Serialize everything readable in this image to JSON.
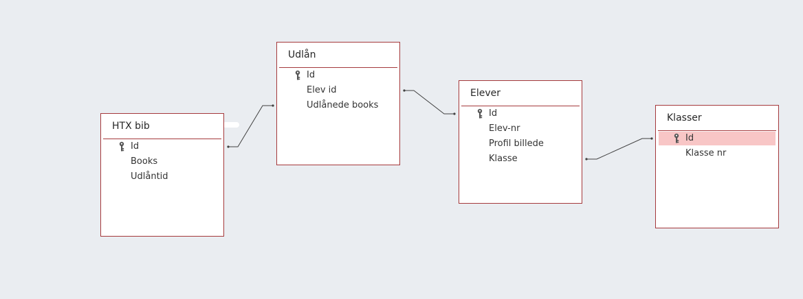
{
  "tables": {
    "htx_bib": {
      "title": "HTX bib",
      "fields": [
        "Id",
        "Books",
        "Udlåntid"
      ]
    },
    "udlan": {
      "title": "Udlån",
      "fields": [
        "Id",
        "Elev id",
        "Udlånede books"
      ]
    },
    "elever": {
      "title": "Elever",
      "fields": [
        "Id",
        "Elev-nr",
        "Profil billede",
        "Klasse"
      ]
    },
    "klasser": {
      "title": "Klasser",
      "fields": [
        "Id",
        "Klasse nr"
      ],
      "selected_field": "Id"
    }
  },
  "icons": {
    "primary_key": "key-icon"
  },
  "colors": {
    "background": "#eaedf1",
    "table_border": "#a4373a",
    "selected_row": "#f8c6c6",
    "relationship_line": "#404040"
  }
}
